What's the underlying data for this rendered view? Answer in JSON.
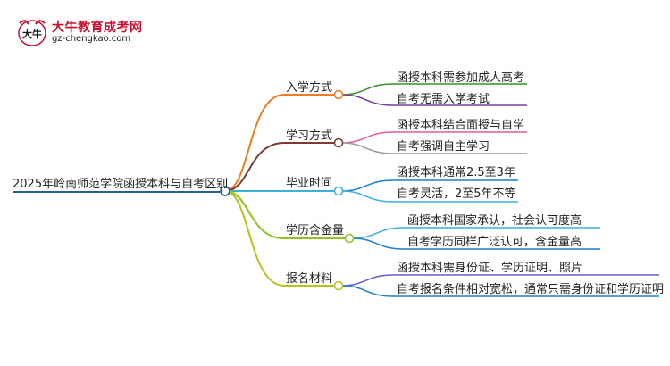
{
  "logo": {
    "title": "大牛教育成考网",
    "url": "gz-chengkao.com",
    "mark_text": "大牛"
  },
  "root": {
    "label": "2025年岭南师范学院函授本科与自考区别"
  },
  "branches": [
    {
      "label": "入学方式",
      "color": "#f07c1e",
      "leaves": [
        {
          "label": "函授本科需参加成人高考",
          "color": "#3a8f2a"
        },
        {
          "label": "自考无需入学考试",
          "color": "#7a3d99"
        }
      ]
    },
    {
      "label": "学习方式",
      "color": "#7b3b32",
      "leaves": [
        {
          "label": "函授本科结合面授与自学",
          "color": "#e05aa8"
        },
        {
          "label": "自考强调自主学习",
          "color": "#9a9a9a"
        }
      ]
    },
    {
      "label": "毕业时间",
      "color": "#3bb0d8",
      "leaves": [
        {
          "label": "函授本科通常2.5至3年",
          "color": "#1f7fc7"
        },
        {
          "label": "自考灵活，2至5年不等",
          "color": "#3bb0d8"
        }
      ]
    },
    {
      "label": "学历含金量",
      "color": "#8fc31f",
      "leaves": [
        {
          "label": "函授本科国家承认，社会认可度高",
          "color": "#3bb0d8"
        },
        {
          "label": "自考学历同样广泛认可，含金量高",
          "color": "#1f7fc7"
        }
      ]
    },
    {
      "label": "报名材料",
      "color": "#b7c21a",
      "leaves": [
        {
          "label": "函授本科需身份证、学历证明、照片",
          "color": "#6a5acd"
        },
        {
          "label": "自考报名条件相对宽松，通常只需身份证和学历证明",
          "color": "#1f7fc7"
        }
      ]
    }
  ],
  "colors": {
    "root_line": "#2c5aa0",
    "logo_red": "#c8102e"
  }
}
